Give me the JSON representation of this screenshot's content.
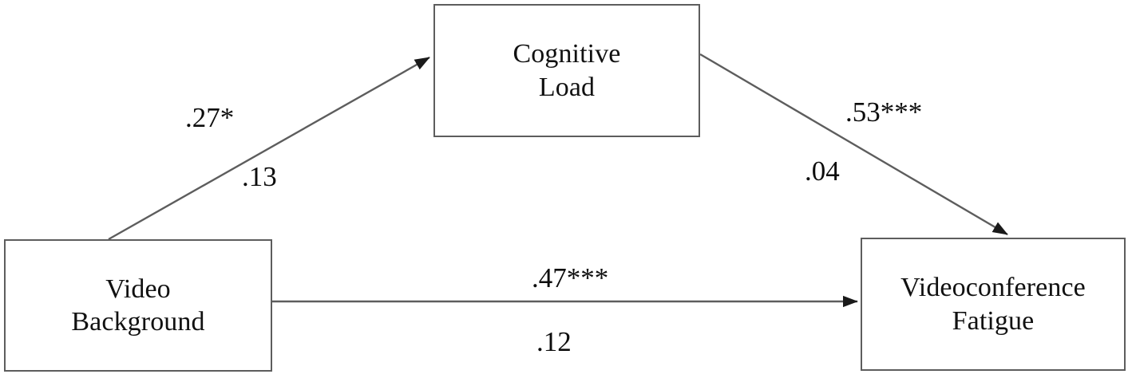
{
  "diagram": {
    "type": "path-mediation-model",
    "background_color": "#ffffff",
    "line_color": "#5d5d5d",
    "text_color": "#111111",
    "nodes": [
      {
        "id": "cognitive-load",
        "label": "Cognitive\nLoad",
        "role": "mediator"
      },
      {
        "id": "video-background",
        "label": "Video\nBackground",
        "role": "predictor"
      },
      {
        "id": "videoconference-fatigue",
        "label": "Videoconference\nFatigue",
        "role": "outcome"
      }
    ],
    "paths": [
      {
        "id": "a-path",
        "from": "video-background",
        "to": "cognitive-load",
        "primary_coefficient": ".27*",
        "secondary_coefficient": ".13"
      },
      {
        "id": "b-path",
        "from": "cognitive-load",
        "to": "videoconference-fatigue",
        "primary_coefficient": ".53***",
        "secondary_coefficient": ".04"
      },
      {
        "id": "c-path",
        "from": "video-background",
        "to": "videoconference-fatigue",
        "primary_coefficient": ".47***",
        "secondary_coefficient": ".12"
      }
    ]
  }
}
